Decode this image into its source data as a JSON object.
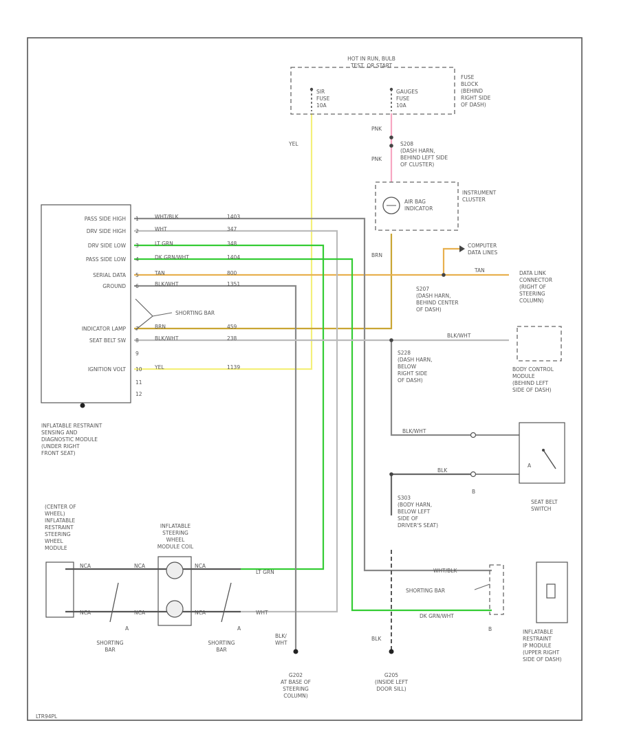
{
  "colors": {
    "yellow": "#f4f079",
    "green": "#33cc33",
    "pink": "#f7a6c2",
    "orange": "#e8b04e",
    "olive": "#c9a533",
    "grey": "#888888",
    "lightgrey": "#bbbbbb",
    "dark": "#444444"
  },
  "fuse_block": {
    "header": "HOT IN RUN, BULB\nTEST, OR START",
    "left_fuse": "SIR\nFUSE\n10A",
    "right_fuse": "GAUGES\nFUSE\n10A",
    "desc": "FUSE\nBLOCK\n(BEHIND\nRIGHT SIDE\nOF DASH)"
  },
  "wire_labels": {
    "yel_top": "YEL",
    "pnk1": "PNK",
    "pnk2": "PNK",
    "brn": "BRN",
    "tan": "TAN",
    "blk_wht_sb": "BLK/WHT",
    "blk_wht_sw": "BLK/WHT",
    "blk_sw": "BLK",
    "wht_blk_rp": "WHT/BLK",
    "dkgrn_wht_rp": "DK GRN/WHT",
    "lt_grn": "LT GRN",
    "wht": "WHT",
    "blk_wht_g": "BLK/\nWHT",
    "blk_g": "BLK"
  },
  "splices": {
    "s208": "S208\n(DASH HARN,\nBEHIND LEFT SIDE\nOF CLUSTER)",
    "s207": "S207\n(DASH HARN,\nBEHIND CENTER\nOF DASH)",
    "s228": "S228\n(DASH HARN,\nBELOW\nRIGHT SIDE\nOF DASH)",
    "s303": "S303\n(BODY HARN,\nBELOW LEFT\nSIDE OF\nDRIVER'S SEAT)"
  },
  "cluster": {
    "lamp": "AIR BAG\nINDICATOR",
    "label": "INSTRUMENT\nCLUSTER"
  },
  "computer_data_lines": "COMPUTER\nDATA LINES",
  "data_link": "DATA LINK\nCONNECTOR\n(RIGHT OF\nSTEERING\nCOLUMN)",
  "body_control": "BODY CONTROL\nMODULE\n(BEHIND LEFT\nSIDE OF DASH)",
  "seat_belt_switch": "SEAT BELT\nSWITCH",
  "module": {
    "pins": [
      {
        "num": "1",
        "name": "PASS SIDE HIGH",
        "color": "WHT/BLK",
        "circuit": "1403"
      },
      {
        "num": "2",
        "name": "DRV SIDE HIGH",
        "color": "WHT",
        "circuit": "347"
      },
      {
        "num": "3",
        "name": "DRV SIDE LOW",
        "color": "LT GRN",
        "circuit": "348"
      },
      {
        "num": "4",
        "name": "PASS SIDE LOW",
        "color": "DK GRN/WHT",
        "circuit": "1404"
      },
      {
        "num": "5",
        "name": "SERIAL DATA",
        "color": "TAN",
        "circuit": "800"
      },
      {
        "num": "6",
        "name": "GROUND",
        "color": "BLK/WHT",
        "circuit": "1351"
      }
    ],
    "shorting_bar": "SHORTING BAR",
    "pins2": [
      {
        "num": "7",
        "name": "INDICATOR LAMP",
        "color": "BRN",
        "circuit": "459"
      },
      {
        "num": "8",
        "name": "SEAT BELT SW",
        "color": "BLK/WHT",
        "circuit": "238"
      },
      {
        "num": "9",
        "name": "",
        "color": "",
        "circuit": ""
      },
      {
        "num": "10",
        "name": "IGNITION VOLT",
        "color": "YEL",
        "circuit": "1139"
      },
      {
        "num": "11",
        "name": "",
        "color": "",
        "circuit": ""
      },
      {
        "num": "12",
        "name": "",
        "color": "",
        "circuit": ""
      }
    ],
    "label": "INFLATABLE RESTRAINT\nSENSING AND\nDIAGNOSTIC MODULE\n(UNDER RIGHT\nFRONT SEAT)"
  },
  "steering_wheel": "(CENTER OF\nWHEEL)\nINFLATABLE\nRESTRAINT\nSTEERING\nWHEEL\nMODULE",
  "coil": "INFLATABLE\nSTEERING\nWHEEL\nMODULE COIL",
  "sw_connectors": {
    "c1": "NCA",
    "c2": "NCA",
    "c3": "NCA",
    "c4": "NCA",
    "c5": "NCA",
    "c6": "NCA"
  },
  "shorting_bar_left": "SHORTING\nBAR",
  "shorting_bar_right": "SHORTING\nBAR",
  "ip_shorting_bar": "SHORTING BAR",
  "ip_module": "INFLATABLE\nRESTRAINT\nIP MODULE\n(UPPER RIGHT\nSIDE OF DASH)",
  "ground_g202": "G202\nAT BASE OF\nSTEERING\nCOLUMN)",
  "ground_g205": "G205\n(INSIDE LEFT\nDOOR SILL)",
  "conn_b": "B",
  "conn_a": "A",
  "conn_a2": "A",
  "conn_a3": "A",
  "conn_b2": "B",
  "ref": "LTR94PL"
}
